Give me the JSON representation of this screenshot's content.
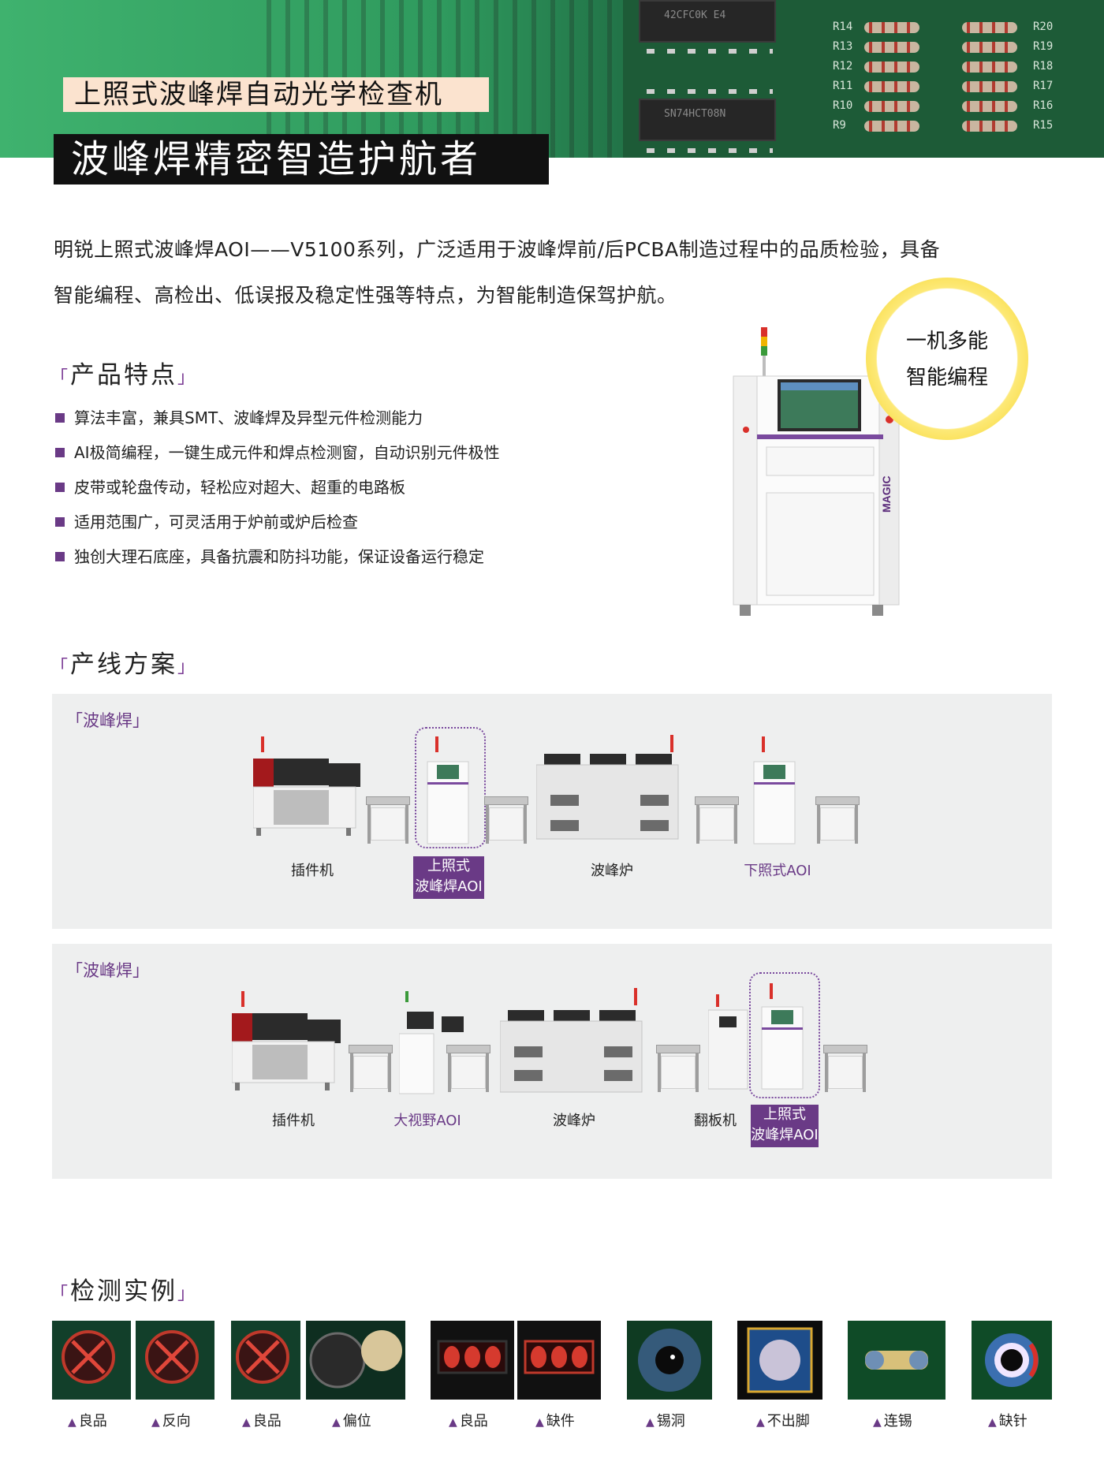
{
  "header": {
    "title": "上照式波峰焊自动光学检查机",
    "slogan": "波峰焊精密智造护航者",
    "pcb_chip_text": [
      "42CFC0K E4",
      "SN74HCT08N"
    ],
    "pcb_resistors_left": [
      "R14",
      "R13",
      "R12",
      "R11",
      "R10",
      "R9"
    ],
    "pcb_resistors_right": [
      "R20",
      "R19",
      "R18",
      "R17",
      "R16",
      "R15"
    ]
  },
  "intro": {
    "line1": "明锐上照式波峰焊AOI——V5100系列，广泛适用于波峰焊前/后PCBA制造过程中的品质检验，具备",
    "line2": "智能编程、高检出、低误报及稳定性强等特点，为智能制造保驾护航。"
  },
  "features": {
    "heading": "产品特点",
    "items": [
      "算法丰富，兼具SMT、波峰焊及异型元件检测能力",
      "AI极简编程，一键生成元件和焊点检测窗，自动识别元件极性",
      "皮带或轮盘传动，轻松应对超大、超重的电路板",
      "适用范围广，可灵活用于炉前或炉后检查",
      "独创大理石底座，具备抗震和防抖功能，保证设备运行稳定"
    ]
  },
  "badge": {
    "line1": "一机多能",
    "line2": "智能编程"
  },
  "machine": {
    "brand": "MAGIC"
  },
  "production": {
    "heading": "产线方案",
    "line1": {
      "tag": "波峰焊",
      "labels": [
        "插件机",
        "上照式",
        "波峰焊AOI",
        "波峰炉",
        "下照式AOI"
      ]
    },
    "line2": {
      "tag": "波峰焊",
      "labels": [
        "插件机",
        "大视野AOI",
        "波峰炉",
        "翻板机",
        "上照式",
        "波峰焊AOI"
      ]
    }
  },
  "examples": {
    "heading": "检测实例",
    "labels": [
      "良品",
      "反向",
      "良品",
      "偏位",
      "良品",
      "缺件",
      "锡洞",
      "不出脚",
      "连锡",
      "缺针"
    ]
  },
  "colors": {
    "accent": "#6a3a86",
    "green": "#3fb26e",
    "badge_ring": "#f3cf17"
  }
}
